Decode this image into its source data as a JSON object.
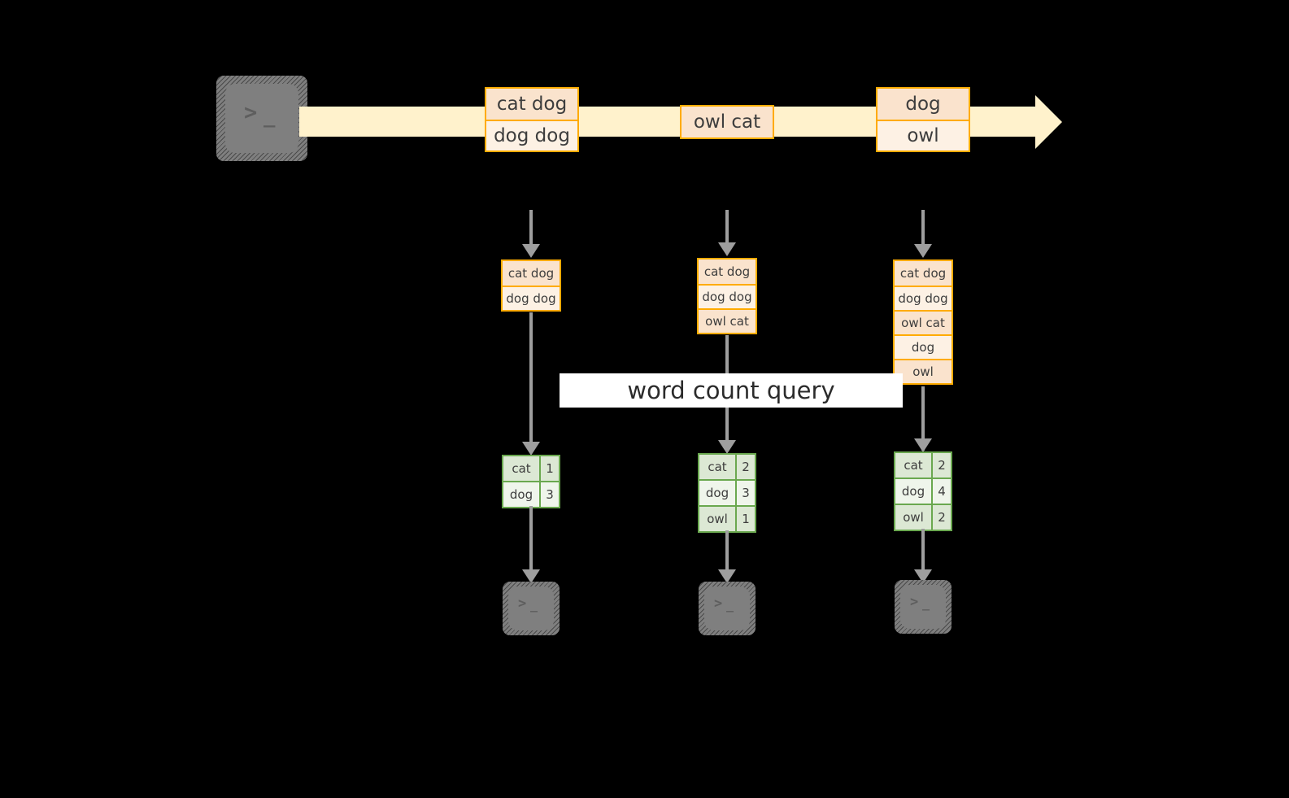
{
  "diagram": {
    "title_label": "word count query",
    "colors": {
      "stream": "#fff2cc",
      "message_border": "#ffab00",
      "message_fill_dark": "#fae3cd",
      "message_fill_light": "#fdf1e4",
      "table_border": "#6aa84f",
      "table_fill_dark": "#dce8d4",
      "table_fill_light": "#eff5eb",
      "connector": "#9e9e9e",
      "terminal": "#7f7f7f",
      "background": "#000000"
    },
    "producer": {
      "icon": "terminal-icon",
      "glyph_prompt": ">",
      "glyph_cursor": "_"
    },
    "stream_messages": [
      {
        "id": "m1",
        "lines": [
          "cat dog",
          "dog dog"
        ]
      },
      {
        "id": "m2",
        "lines": [
          "owl cat"
        ]
      },
      {
        "id": "m3",
        "lines": [
          "dog",
          "owl"
        ]
      }
    ],
    "snapshots": [
      {
        "id": "s1",
        "lines": [
          "cat dog",
          "dog dog"
        ]
      },
      {
        "id": "s2",
        "lines": [
          "cat dog",
          "dog dog",
          "owl cat"
        ]
      },
      {
        "id": "s3",
        "lines": [
          "cat dog",
          "dog dog",
          "owl cat",
          "dog",
          "owl"
        ]
      }
    ],
    "results": [
      {
        "id": "r1",
        "rows": [
          {
            "word": "cat",
            "count": "1"
          },
          {
            "word": "dog",
            "count": "3"
          }
        ]
      },
      {
        "id": "r2",
        "rows": [
          {
            "word": "cat",
            "count": "2"
          },
          {
            "word": "dog",
            "count": "3"
          },
          {
            "word": "owl",
            "count": "1"
          }
        ]
      },
      {
        "id": "r3",
        "rows": [
          {
            "word": "cat",
            "count": "2"
          },
          {
            "word": "dog",
            "count": "4"
          },
          {
            "word": "owl",
            "count": "2"
          }
        ]
      }
    ],
    "consumers": [
      {
        "id": "c1",
        "icon": "terminal-icon",
        "glyph_prompt": ">",
        "glyph_cursor": "_"
      },
      {
        "id": "c2",
        "icon": "terminal-icon",
        "glyph_prompt": ">",
        "glyph_cursor": "_"
      },
      {
        "id": "c3",
        "icon": "terminal-icon",
        "glyph_prompt": ">",
        "glyph_cursor": "_"
      }
    ]
  }
}
